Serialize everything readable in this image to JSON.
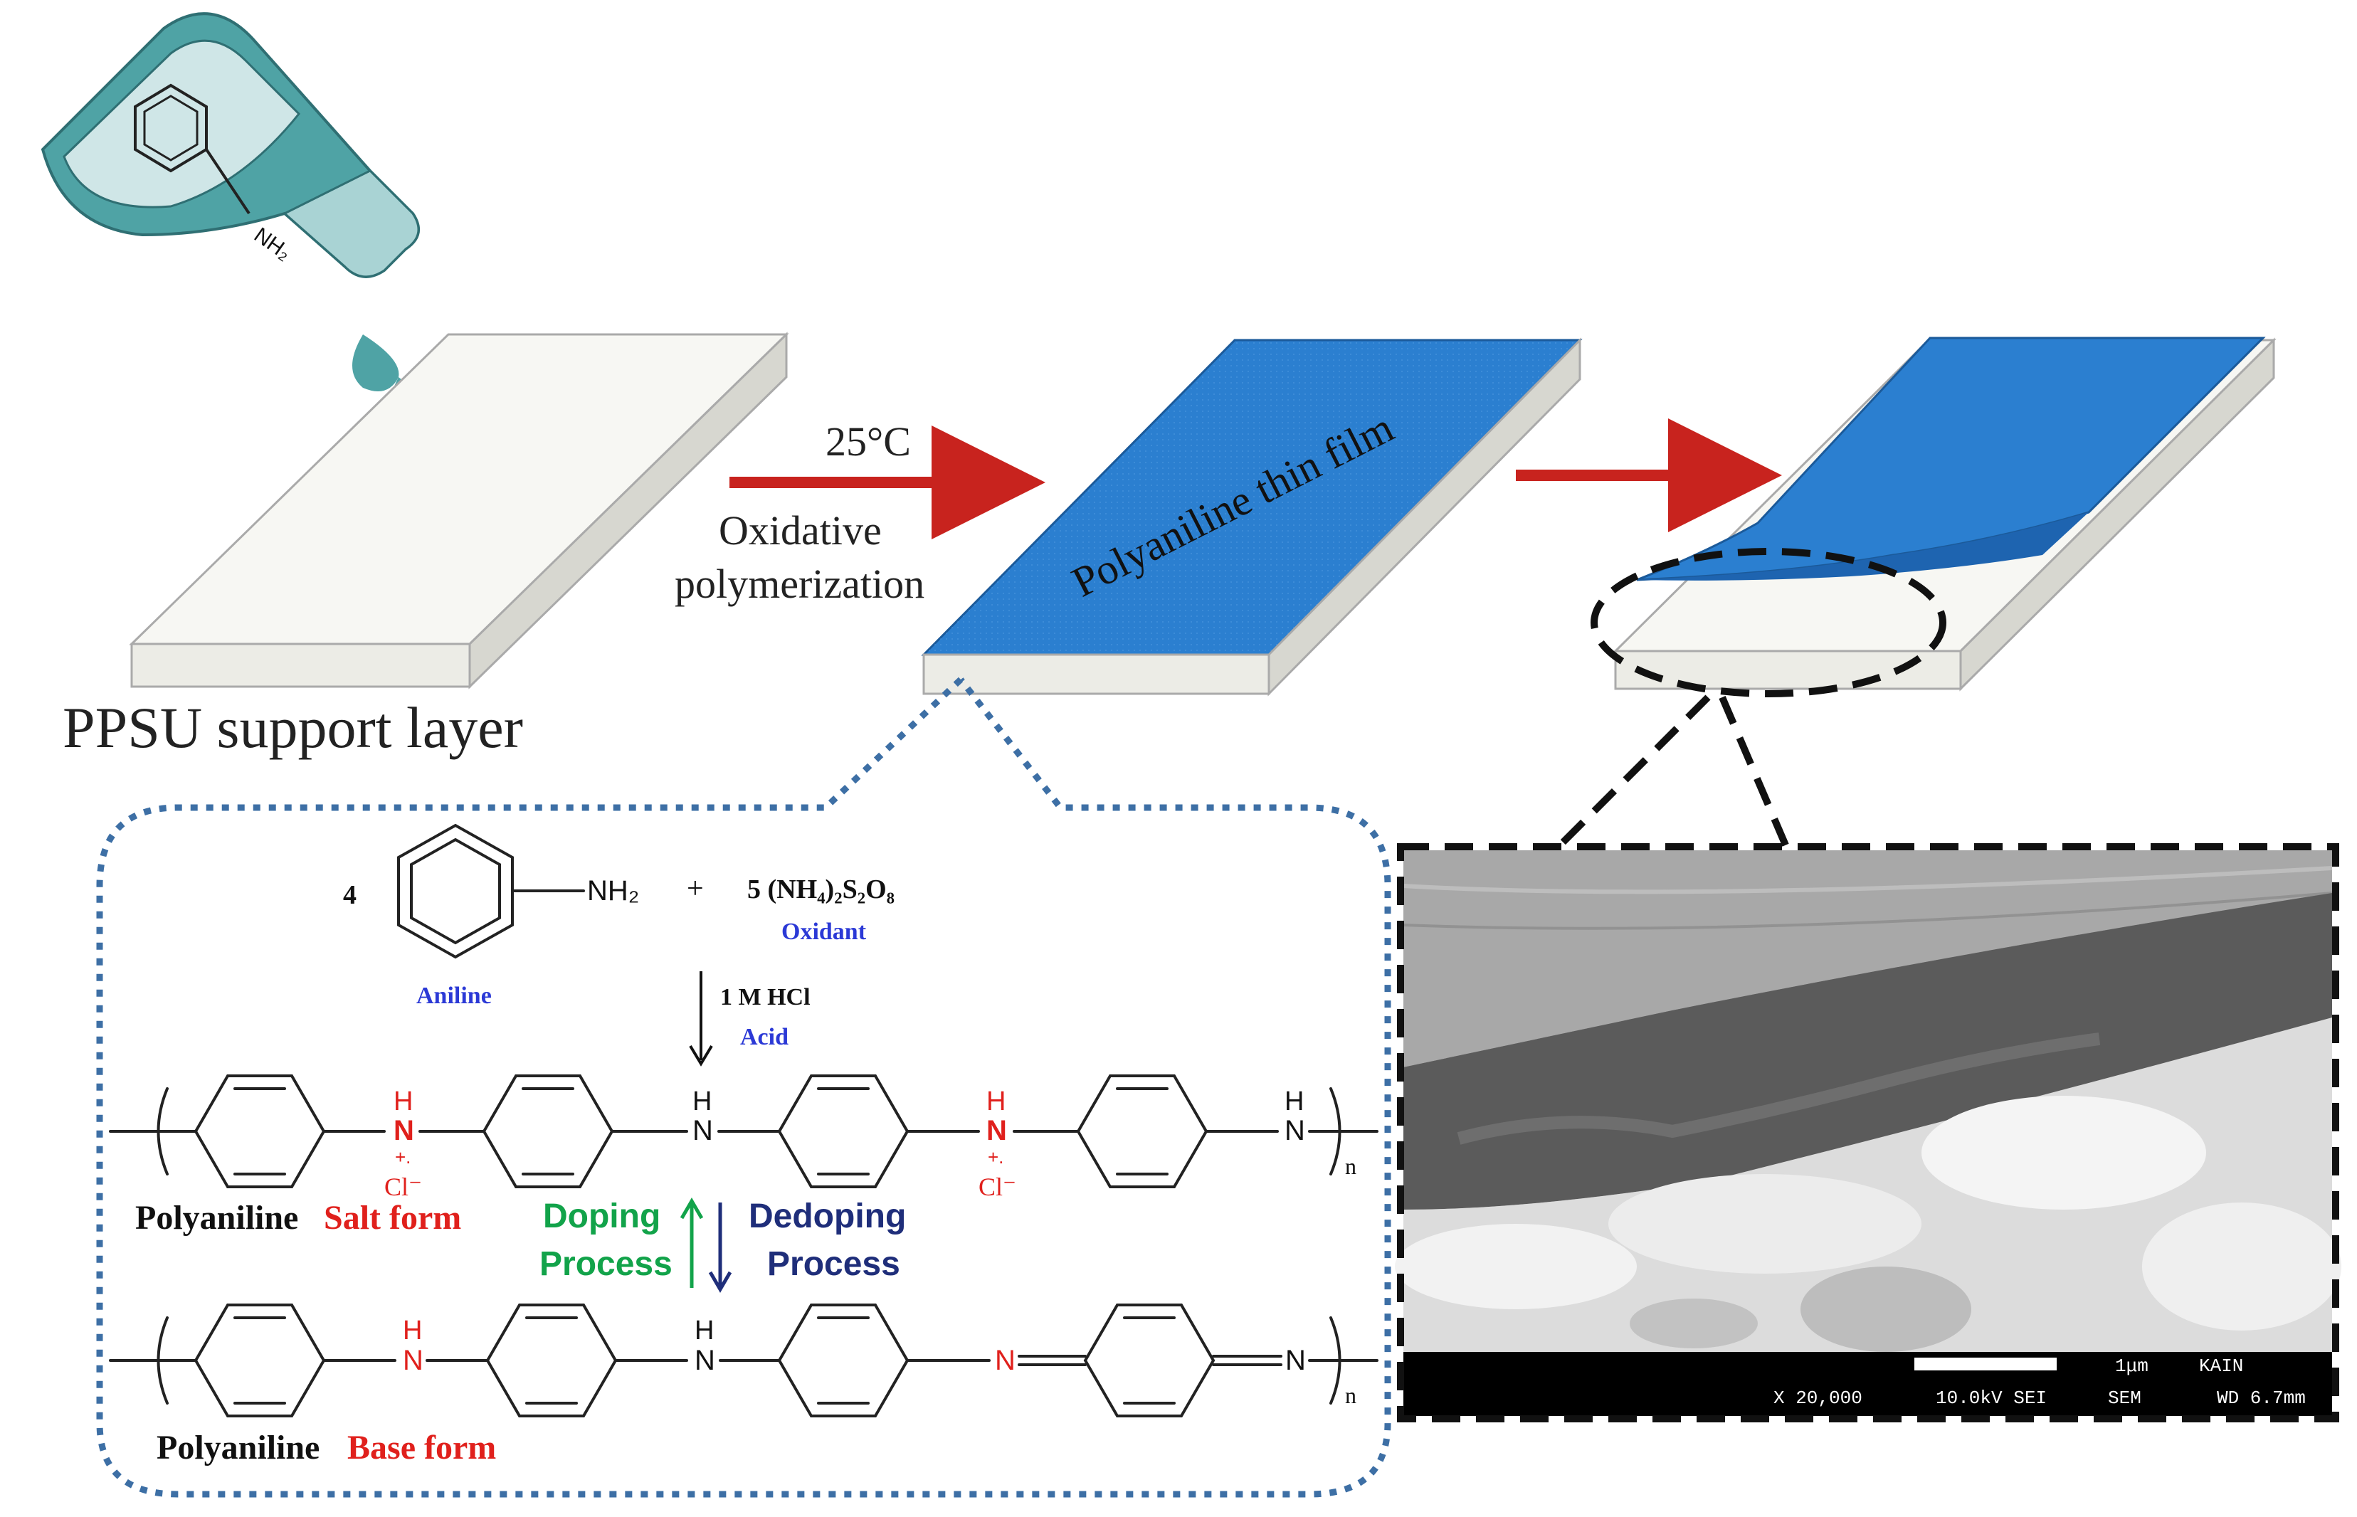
{
  "labels": {
    "support": "PPSU support layer",
    "temperature": "25°C",
    "process_line1": "Oxidative",
    "process_line2": "polymerization",
    "film": "Polyaniline thin film"
  },
  "reaction": {
    "coef_aniline": "4",
    "nh2": "NH₂",
    "plus": "+",
    "oxidant_formula": "5 (NH₄)₂S₂O₈",
    "oxidant_label": "Oxidant",
    "aniline_label": "Aniline",
    "acid_conc": "1 M HCl",
    "acid_label": "Acid",
    "h": "H",
    "n": "N",
    "n_charge": "+.",
    "counter_ion": "Cl⁻",
    "subscript_n": "n"
  },
  "forms": {
    "polyaniline": "Polyaniline",
    "salt": "Salt form",
    "base": "Base form"
  },
  "processes": {
    "doping_1": "Doping",
    "doping_2": "Process",
    "dedoping_1": "Dedoping",
    "dedoping_2": "Process"
  },
  "sem": {
    "scale": "1μm",
    "lab": "KAIN",
    "magnification": "X 20,000",
    "voltage": "10.0kV SEI",
    "mode": "SEM",
    "wd": "WD 6.7mm"
  },
  "flask": {
    "nh2": "NH₂"
  },
  "colors": {
    "film_blue": "#2b7fd0",
    "arrow_red": "#c8231e",
    "doping_green": "#12a34a",
    "dedoping_navy": "#1f2e7a",
    "acid_blue": "#2b39d6",
    "salt_red": "#e0201c",
    "flask_teal": "#4fa3a5",
    "dotted_blue": "#3d6fa5"
  }
}
